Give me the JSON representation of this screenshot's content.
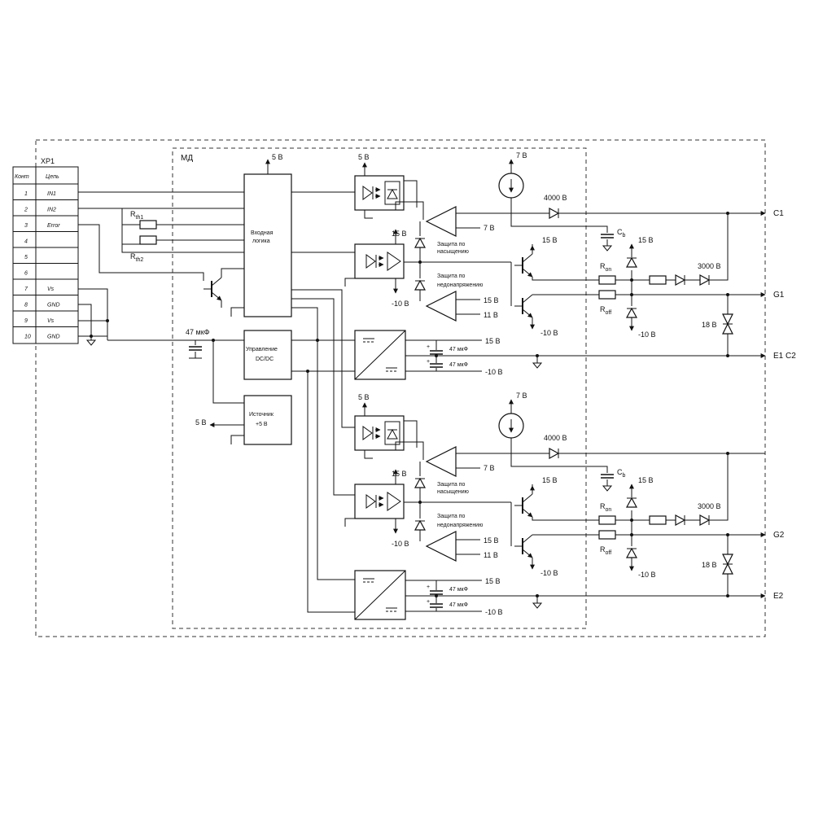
{
  "connector": {
    "name": "XP1",
    "headers": [
      "Конт",
      "Цепь"
    ],
    "rows": [
      {
        "pin": "1",
        "net": "IN1"
      },
      {
        "pin": "2",
        "net": "IN2"
      },
      {
        "pin": "3",
        "net": "Error"
      },
      {
        "pin": "4",
        "net": ""
      },
      {
        "pin": "5",
        "net": ""
      },
      {
        "pin": "6",
        "net": ""
      },
      {
        "pin": "7",
        "net": "Vs"
      },
      {
        "pin": "8",
        "net": "GND"
      },
      {
        "pin": "9",
        "net": "Vs"
      },
      {
        "pin": "10",
        "net": "GND"
      }
    ]
  },
  "module_label": "МД",
  "blocks": {
    "input_logic": [
      "Входная",
      "логика"
    ],
    "dcdc_control": [
      "Управление",
      "DC/DC"
    ],
    "source": [
      "Источник",
      "+5 В"
    ]
  },
  "resistors": {
    "rth1": "R",
    "rth1_sub": "th1",
    "rth2": "R",
    "rth2_sub": "th2"
  },
  "supplies": {
    "v5": "5 В",
    "v7": "7 В",
    "v15": "15 В",
    "v11": "11 В",
    "vneg10": "-10 В",
    "v18": "18 В"
  },
  "capacitor": "47 мкФ",
  "protection": {
    "saturation": [
      "Защита по",
      "насыщению"
    ],
    "undervoltage": [
      "Защита по",
      "недонапряжению"
    ]
  },
  "diodes": {
    "hv4000": "4000 В",
    "hv3000": "3000 В"
  },
  "gate_resistors": {
    "r_on": "R",
    "r_on_sub": "on",
    "r_off": "R",
    "r_off_sub": "off",
    "cb": "C",
    "cb_sub": "b"
  },
  "outputs": [
    "C1",
    "G1",
    "E1 C2",
    "G2",
    "E2"
  ]
}
